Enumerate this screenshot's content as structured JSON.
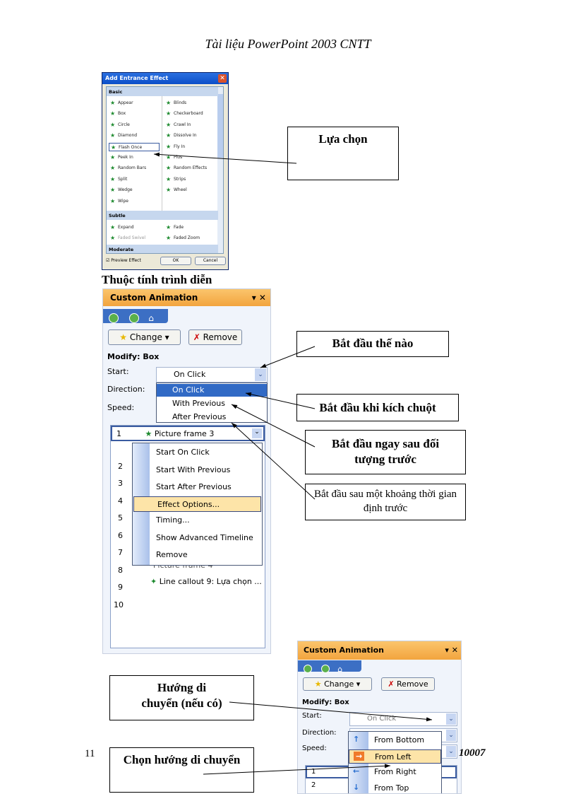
{
  "header": {
    "title": "Tài liệu PowerPoint 2003  CNTT"
  },
  "dialog": {
    "title": "Add Entrance Effect",
    "groups": [
      "Basic",
      "Subtle",
      "Moderate"
    ],
    "basic_left": [
      "Appear",
      "Box",
      "Circle",
      "Diamond",
      "Flash Once",
      "Peek In",
      "Random Bars",
      "Split",
      "Wedge",
      "Wipe"
    ],
    "basic_right": [
      "Blinds",
      "Checkerboard",
      "Crawl In",
      "Dissolve In",
      "Fly In",
      "Plus",
      "Random Effects",
      "Strips",
      "Wheel"
    ],
    "subtle_left": [
      "Expand",
      "Faded Swivel"
    ],
    "subtle_right": [
      "Fade",
      "Faded Zoom"
    ],
    "preview": "Preview Effect",
    "ok": "OK",
    "cancel": "Cancel",
    "selected": "Flash Once"
  },
  "callouts": {
    "select": "Lựa chọn",
    "how_start": "Bắt đầu thế nào",
    "on_click": "Bắt đầu khi kích chuột",
    "after_prev": "Bắt đầu ngay sau đối tượng trước",
    "delay": "Bắt đầu sau một khoảng thời gian định trước",
    "direction": "Hướng di chuyển (nếu có)",
    "choose_direction": "Chọn hướng di chuyển"
  },
  "section_title": "Thuộc tính trình diễn",
  "pane1": {
    "title": "Custom Animation",
    "change": "Change",
    "remove": "Remove",
    "modify": "Modify: Box",
    "start_label": "Start:",
    "direction_label": "Direction:",
    "speed_label": "Speed:",
    "start_value": "On Click",
    "start_options": [
      "On Click",
      "With Previous",
      "After Previous"
    ],
    "list": [
      "1",
      "2",
      "3",
      "4",
      "5",
      "6",
      "7",
      "8",
      "9",
      "10"
    ],
    "item1": "Picture frame 3",
    "item9": "Picture frame 4",
    "item10": "Line callout 9: Lựa chọn ...",
    "context_menu": [
      "Start On Click",
      "Start With Previous",
      "Start After Previous",
      "Effect Options...",
      "Timing...",
      "Show Advanced Timeline",
      "Remove"
    ]
  },
  "pane2": {
    "title": "Custom Animation",
    "change": "Change",
    "remove": "Remove",
    "modify": "Modify: Box",
    "start_label": "Start:",
    "direction_label": "Direction:",
    "speed_label": "Speed:",
    "start_value": "On Click",
    "direction_options": [
      "From Bottom",
      "From Left",
      "From Right",
      "From Top"
    ],
    "selected_direction": "From Left",
    "list": [
      "1",
      "2"
    ]
  },
  "footer": {
    "page": "11",
    "code": "10007"
  },
  "colors": {
    "title_bar": "#f2a43e",
    "highlight": "#fde4a8",
    "selected_blue": "#316ac5"
  }
}
